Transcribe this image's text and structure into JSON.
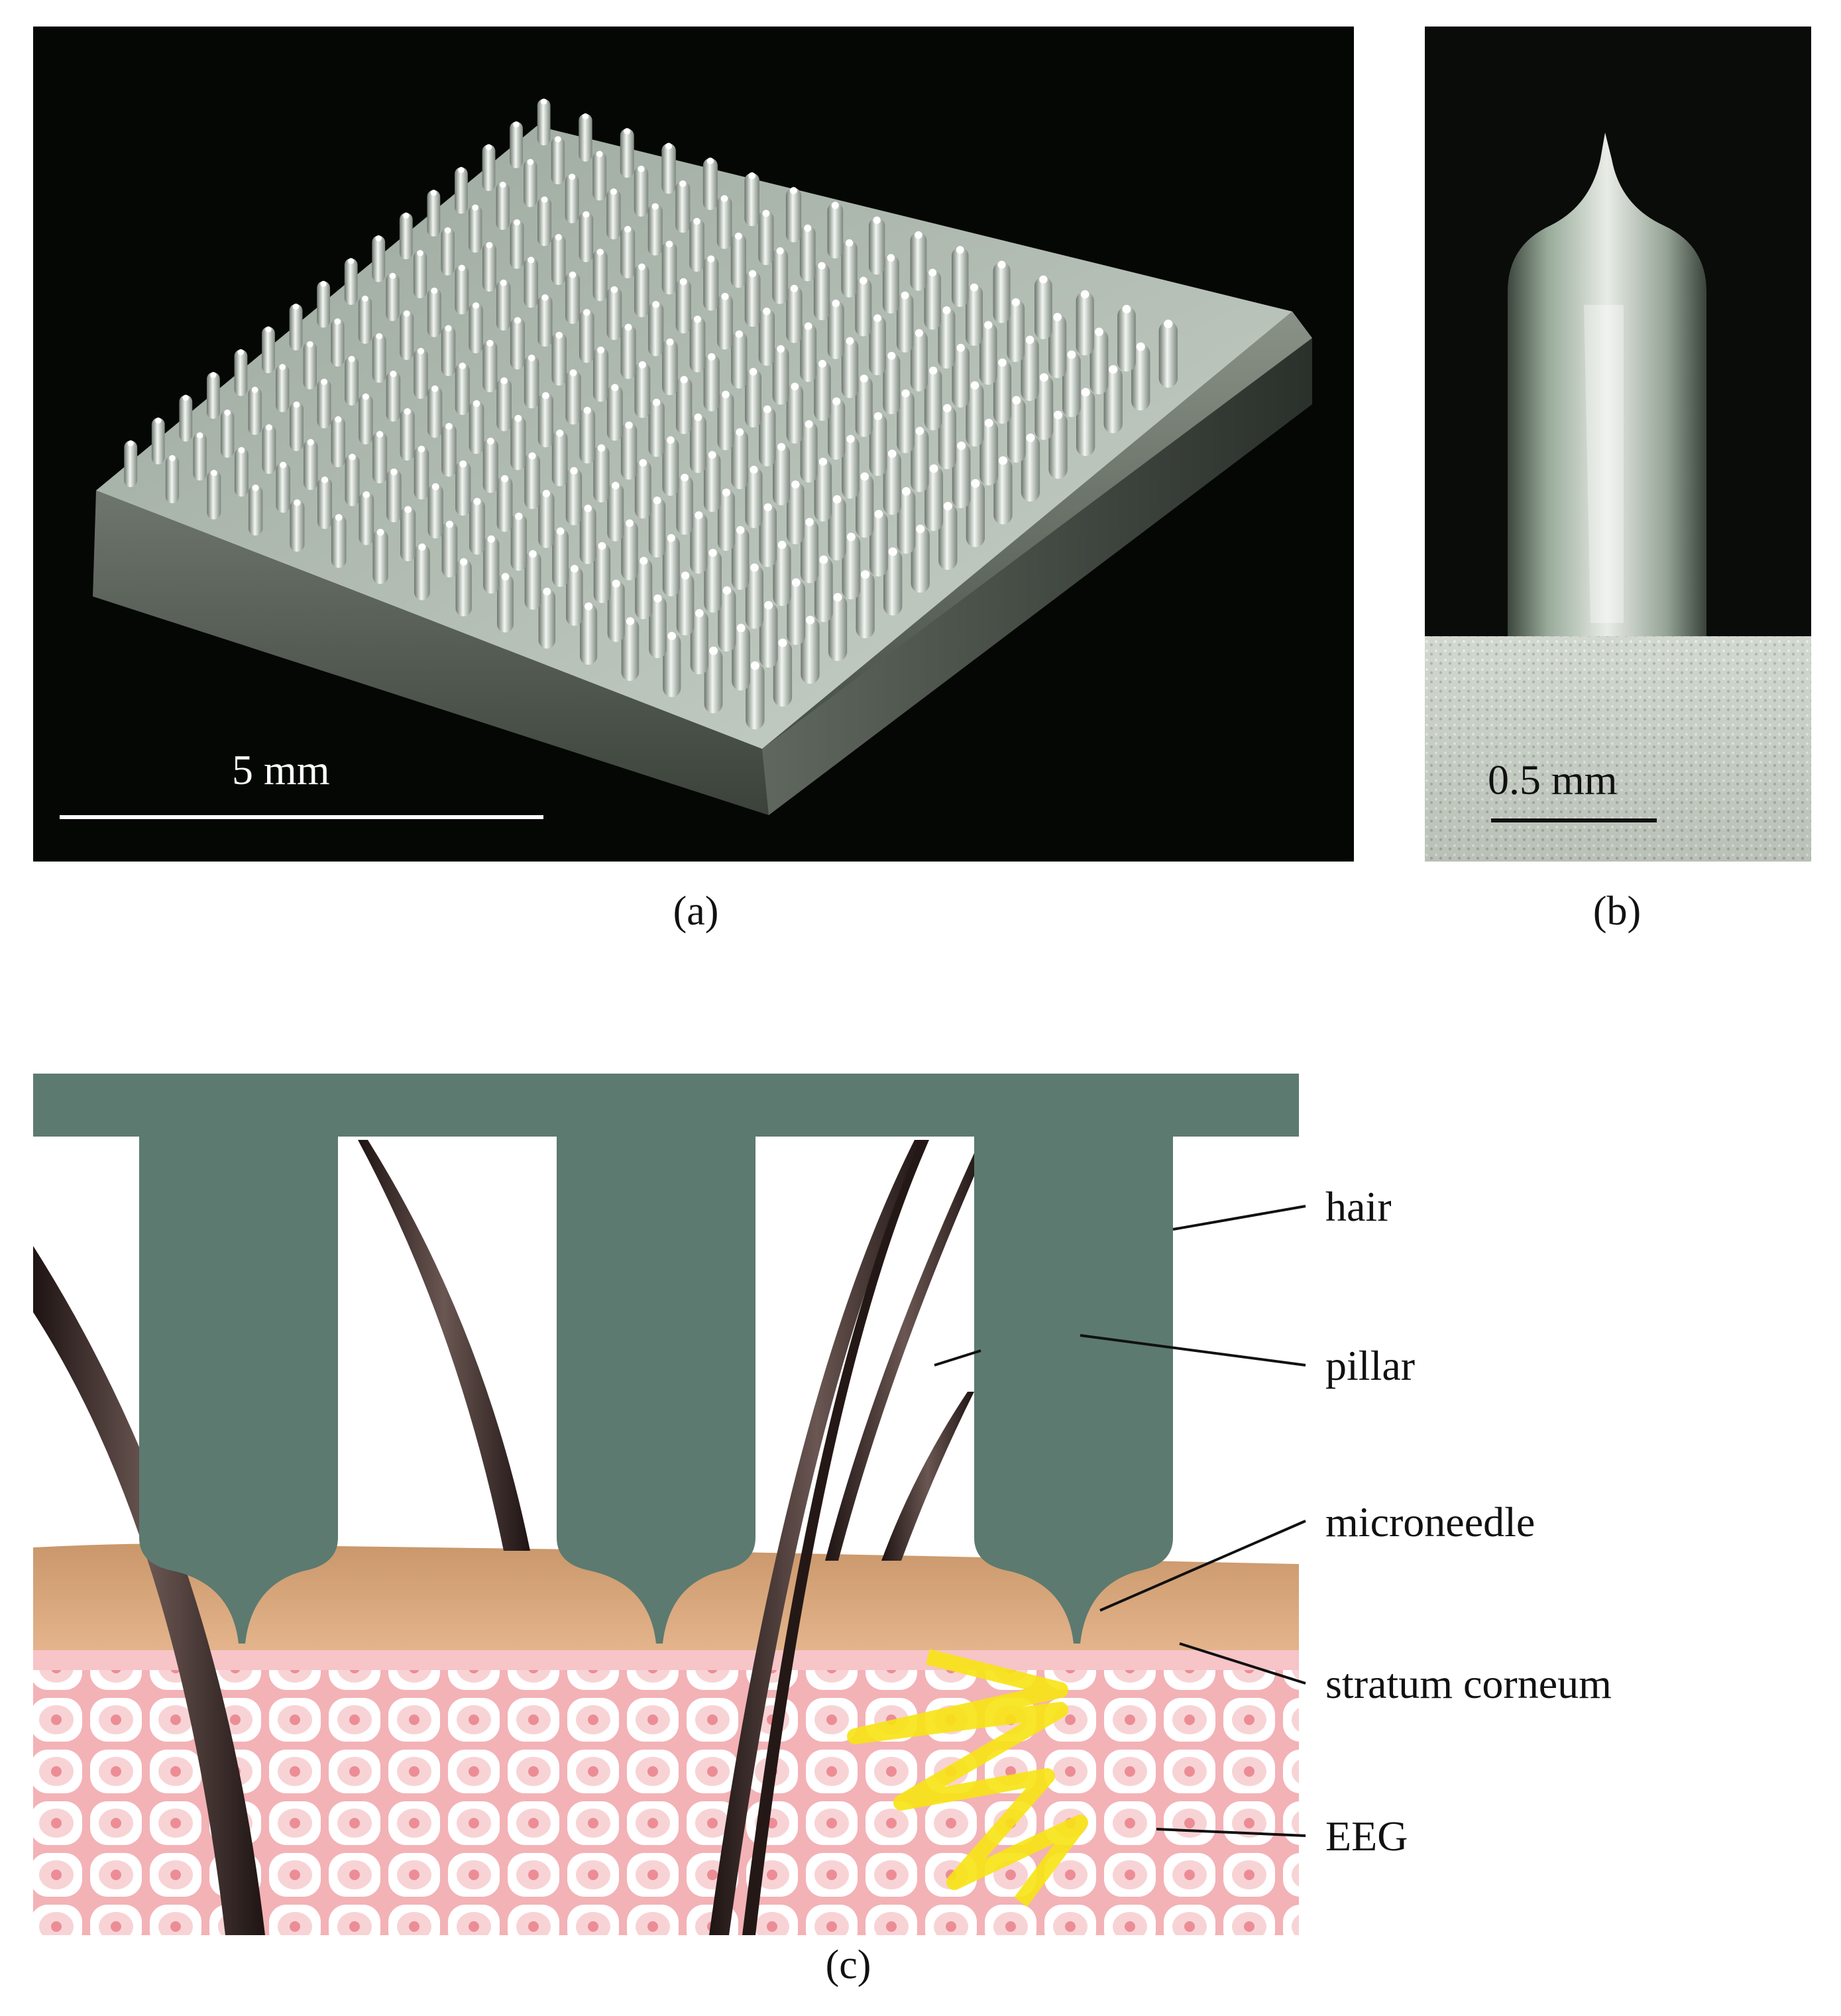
{
  "panels": {
    "a": {
      "label": "(a)",
      "scale_bar": "5 mm"
    },
    "b": {
      "label": "(b)",
      "scale_bar": "0.5 mm"
    },
    "c": {
      "label": "(c)",
      "callouts": [
        "hair",
        "pillar",
        "microneedle",
        "stratum corneum",
        "EEG"
      ]
    }
  },
  "colors": {
    "pillar": "#5c7a70",
    "stratum_corneum": "#d2a475",
    "skin": "#f6c3c6",
    "hair": "#2b1d1b",
    "eeg_signal": "#f7e313",
    "photo_background": "#050705",
    "metal": "#b8c4bb"
  }
}
